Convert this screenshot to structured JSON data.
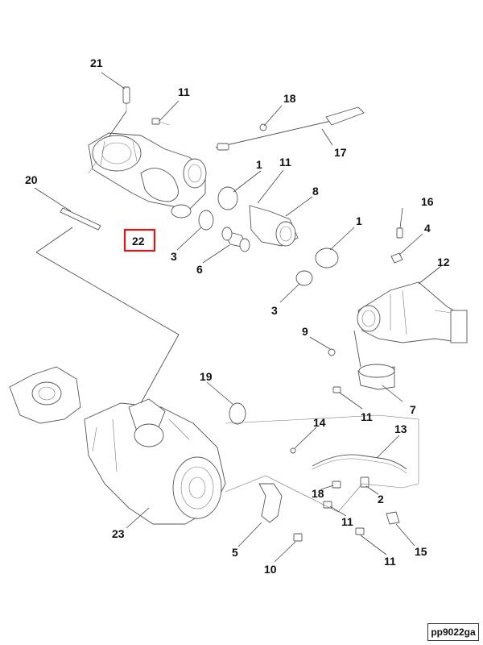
{
  "callouts": {
    "c1a": "1",
    "c1b": "1",
    "c2": "2",
    "c3a": "3",
    "c3b": "3",
    "c4": "4",
    "c5": "5",
    "c6": "6",
    "c7": "7",
    "c8": "8",
    "c9": "9",
    "c10": "10",
    "c11a": "11",
    "c11b": "11",
    "c11c": "11",
    "c11d": "11",
    "c11e": "11",
    "c12": "12",
    "c13": "13",
    "c14": "14",
    "c15": "15",
    "c16": "16",
    "c17": "17",
    "c18a": "18",
    "c18b": "18",
    "c19": "19",
    "c20": "20",
    "c21": "21",
    "c22": "22",
    "c23": "23"
  },
  "highlighted_part": "22",
  "highlight_color": "#e01515",
  "reference_code": "pp9022ga"
}
